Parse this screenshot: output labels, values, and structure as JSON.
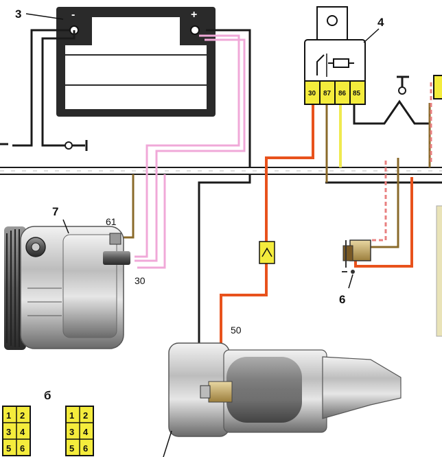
{
  "callouts": {
    "battery": "3",
    "relay": "4",
    "switch": "6",
    "alternator": "7",
    "connector_section": "б"
  },
  "pin_labels": {
    "alt_excitation": "61",
    "alt_output": "30",
    "starter_control": "50"
  },
  "battery_terminals": {
    "negative": "-",
    "positive": "+"
  },
  "relay_pins": [
    "30",
    "87",
    "86",
    "85"
  ],
  "connector_left": [
    "1",
    "2",
    "3",
    "4",
    "5",
    "6"
  ],
  "connector_right": [
    "1",
    "2",
    "3",
    "4",
    "5",
    "6"
  ],
  "colors": {
    "black_wire": "#1a1a1a",
    "orange_wire": "#e8521c",
    "pink_wire": "#f0a8d8",
    "yellow_wire": "#f0ea50",
    "brown_wire": "#8a6a2a",
    "terminal_yellow": "#f4ec3c",
    "metal_dark": "#3a3a3a",
    "metal_light": "#d0d0d0"
  }
}
